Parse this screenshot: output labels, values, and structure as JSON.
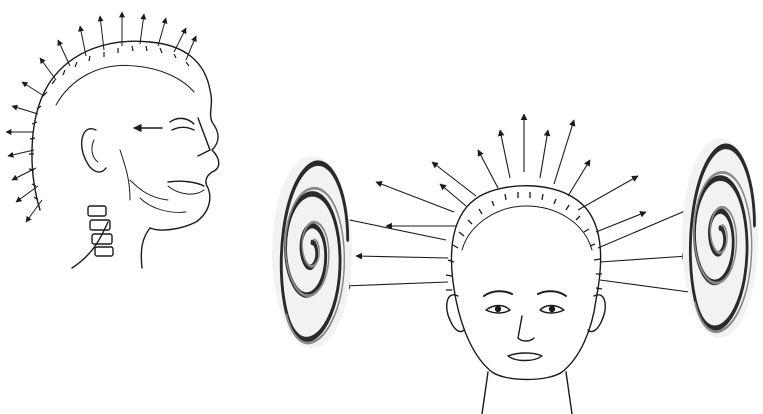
{
  "illustration": {
    "subjects": [
      "profile-head-diagram",
      "front-head-diagram",
      "left-spiral",
      "right-spiral"
    ],
    "colors": {
      "ink": "#1a1a1a",
      "background": "#ffffff",
      "spiral_dark": "#2a2a2a",
      "spiral_mid": "#8a8a8a"
    }
  }
}
